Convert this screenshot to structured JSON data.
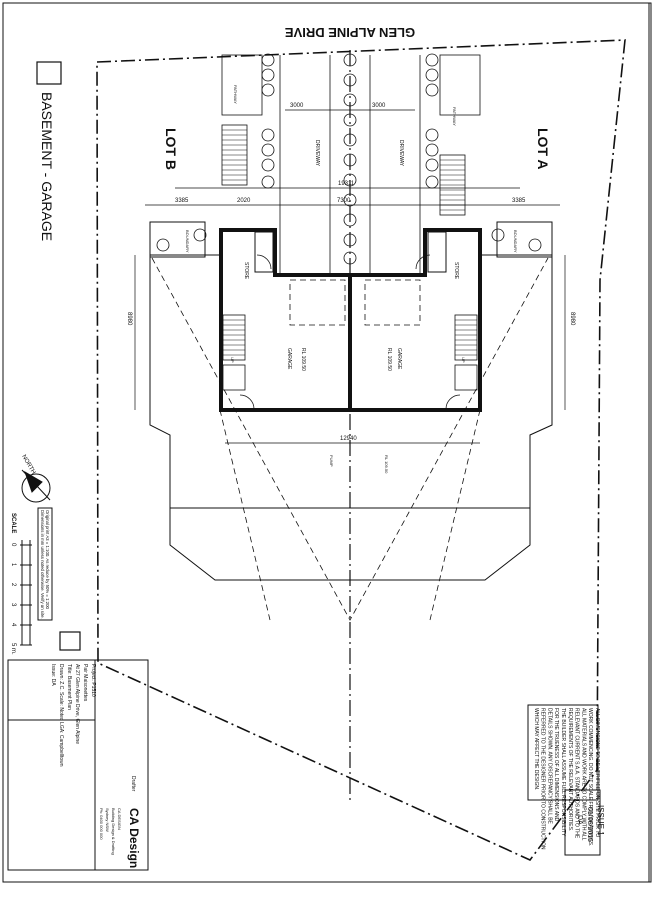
{
  "street": "GLEN ALPINE DRIVE",
  "lots": {
    "a": "LOT A",
    "b": "LOT B"
  },
  "sheet_title": "BASEMENT - GARAGE",
  "rooms": {
    "store": "STORE",
    "garage": "GARAGE",
    "driveway": "DRIVEWAY",
    "pathway": "PATHWAY",
    "rl_garage": "RL 109.50"
  },
  "dimensions": {
    "d3000": "3000",
    "d19311": "19311",
    "d3385": "3385",
    "d2020": "2020",
    "d7300": "7300",
    "d8980": "8980",
    "d12940": "12940"
  },
  "notes": {
    "boundary": "BOUNDARY",
    "rl_slab": "RL 109.50",
    "up": "UP",
    "pump": "PUMP"
  },
  "north_label": "NORTH",
  "scale": {
    "label": "SCALE",
    "ticks": [
      "0",
      "1",
      "2",
      "3",
      "4",
      "5 m."
    ],
    "note_line1": "Original print A3 = 1:100. As reduce by 50% = 1:200",
    "note_line2": "Dimensions in mm unless noted otherwise. Verify on site."
  },
  "general_notes": [
    "ALL DIMENSIONS TO BE VERIFIED ON SITE PRIOR TO",
    "WORK COMMENCING. DO NOT SCALE FROM DRAWINGS.",
    "ALL MATERIALS AND WORK ARE TO COMPLY WITH ALL",
    "RELEVANT CURRENT S.A.A. STANDARDS AND TO THE",
    "REQUIREMENTS OF THE RELEVANT AUTHORITIES.",
    "THE BUILDER SHALL ASSUME FULL RESPONSIBILITY",
    "FOR THE TRUENESS OF ALL DIMENSIONS AND",
    "DETAILS SHOWN. ANY DISCREPANCY SHALL BE",
    "REFERRED TO THE DESIGNER PRIOR TO CONSTRUCTION",
    "WHICH MAY AFFECT THE DESIGN."
  ],
  "issue": {
    "label": "ISSUE 1",
    "date": "01/06/2015",
    "status": "DA"
  },
  "title_block": {
    "project_label": "Project: P1510",
    "project": "Pair Maisonettes",
    "address": "At 27 Glen Alpine Drive, Glen Alpine",
    "title": "Title: Basement Plan",
    "drawn": "Drawn: Z.C.    Scale: Noted    LGA: Campbelltown",
    "issue_status": "Issue: DA",
    "drafter_label": "Drafter",
    "firm": "CA Design",
    "firm_line1": "CA DESIGN",
    "firm_line2": "Building Design & Drafting",
    "firm_line3": "Sydney NSW",
    "firm_line4": "Ph: 0400 000 000"
  },
  "colors": {
    "ink": "#111111",
    "paper": "#ffffff"
  }
}
